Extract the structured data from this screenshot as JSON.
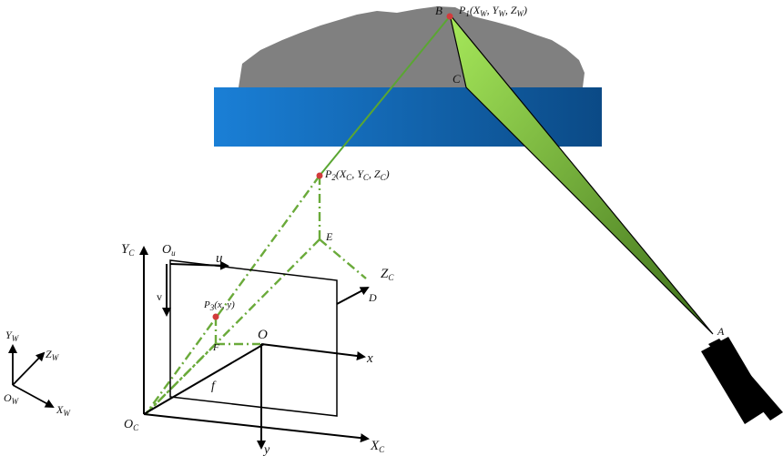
{
  "colors": {
    "rock": "#808080",
    "water_left": "#1a7fd6",
    "water_right": "#0b4a86",
    "beam_light": "#a6e85a",
    "beam_dark": "#4d7f22",
    "dashed_line": "#6aaa3a",
    "ray_line": "#5aa632",
    "point": "#d23b3b",
    "ink": "#000000"
  },
  "icons": {
    "laser_device": "black-rectangular-projector",
    "target_point": "red-dot"
  },
  "labels": {
    "B": "B",
    "C": "C",
    "A": "A",
    "E": "E",
    "D": "D",
    "F": "F",
    "O": "O",
    "u": "u",
    "v": "v",
    "x": "x",
    "y": "y",
    "f": "f",
    "P1": {
      "P": "P",
      "sub": "1",
      "rest": "(X",
      "xs": "W",
      "c1": ", Y",
      "ys": "W",
      "c2": ", Z",
      "zs": "W",
      "end": ")"
    },
    "P2": {
      "P": "P",
      "sub": "2",
      "rest": "(X",
      "xs": "C",
      "c1": ", Y",
      "ys": "C",
      "c2": ", Z",
      "zs": "C",
      "end": ")"
    },
    "P3": {
      "P": "P",
      "sub": "3",
      "rest": "(x, y)"
    },
    "Ou": {
      "main": "O",
      "sub": "u"
    },
    "Oc": {
      "main": "O",
      "sub": "C"
    },
    "Xc": {
      "main": "X",
      "sub": "C"
    },
    "Yc": {
      "main": "Y",
      "sub": "C"
    },
    "Zc": {
      "main": "Z",
      "sub": "C"
    },
    "Xw": {
      "main": "X",
      "sub": "W"
    },
    "Yw": {
      "main": "Y",
      "sub": "W"
    },
    "Zw": {
      "main": "Z",
      "sub": "W"
    },
    "Ow": {
      "main": "O",
      "sub": "W"
    }
  }
}
